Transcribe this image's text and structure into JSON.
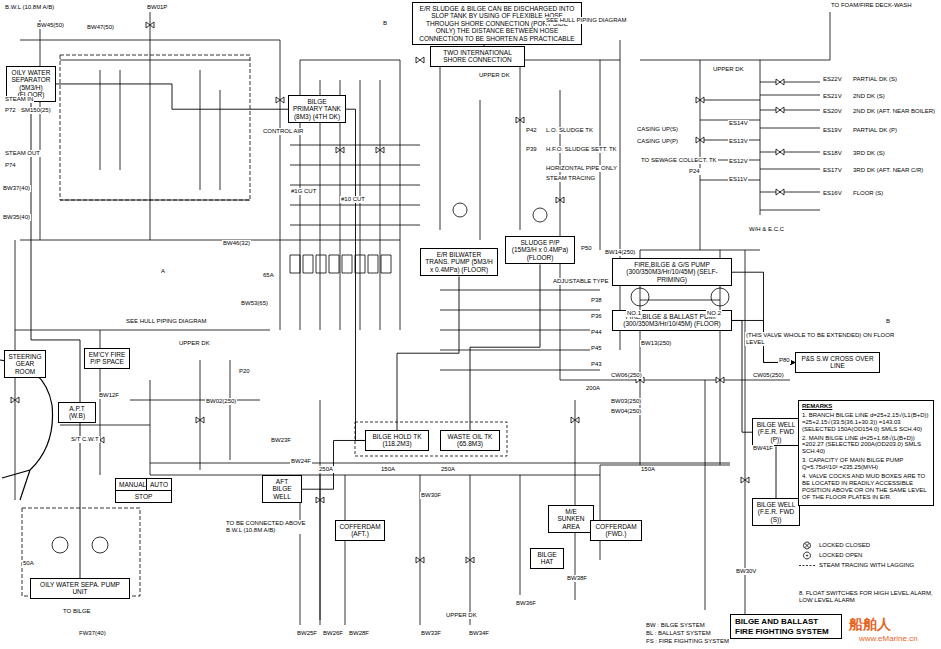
{
  "diagram": {
    "title": "BILGE AND BALLAST FIRE FIGHTING SYSTEM",
    "nodes": [
      {
        "text": [
          "E/R SLUDGE & BILGE CAN BE DISCHARGED INTO SLOP TANK BY USING OF FLEXIBLE HOSE THROUGH SHORE CONNECTION (PORT SIDE ONLY) THE DISTANCE BETWEEN HOSE CONNECTION TO BE SHORTEN AS PRACTICABLE"
        ]
      },
      {
        "text": [
          "TWO INTERNATIONAL SHORE CONNECTION"
        ]
      },
      {
        "text": [
          "OILY WATER SEPARATOR (5M3/H) (FLOOR)"
        ]
      },
      {
        "text": [
          "BILGE PRIMARY TANK (8M3) (4TH DK)"
        ]
      },
      {
        "text": [
          "E/R BILWATER TRANS. PUMP (5M3/H x 0.4MPa) (FLOOR)"
        ]
      },
      {
        "text": [
          "SLUDGE P/P (15M3/H x 0.4MPa) (FLOOR)"
        ]
      },
      {
        "text": [
          "STEERING GEAR ROOM"
        ]
      },
      {
        "text": [
          "EM'CY FIRE P/P SPACE"
        ]
      },
      {
        "text": [
          "A.P.T (W.B)"
        ]
      },
      {
        "text": [
          "BILGE HOLD TK (118.2M3)"
        ]
      },
      {
        "text": [
          "WASTE OIL TK (65.8M3)"
        ]
      },
      {
        "text": [
          "AFT BILGE WELL"
        ]
      },
      {
        "text": [
          "MANUAL"
        ]
      },
      {
        "text": [
          "AUTO"
        ]
      },
      {
        "text": [
          "STOP"
        ]
      },
      {
        "text": [
          "OILY WATER SEPA. PUMP UNIT"
        ]
      },
      {
        "text": [
          "COFFERDAM (AFT.)"
        ]
      },
      {
        "text": [
          "M/E SUNKEN AREA"
        ]
      },
      {
        "text": [
          "BILGE HAT"
        ]
      },
      {
        "text": [
          "COFFERDAM (FWD.)"
        ]
      },
      {
        "text": [
          "FIRE,BILGE & G/S PUMP (300/350M3/Hr/10/45M) (SELF-PRIMING)"
        ]
      },
      {
        "text": [
          "FIRE,BILGE & BALLAST PUMP (300/350M3/Hr/10/45M) (FLOOR)"
        ]
      },
      {
        "text": [
          "P&S S.W CROSS OVER LINE"
        ]
      },
      {
        "text": [
          "BILGE WELL (F.E.R. FWD (P))"
        ]
      },
      {
        "text": [
          "BILGE WELL (F.E.R. FWD (S))"
        ]
      },
      {
        "text": [
          "REMARKS",
          "1. BRANCH BILGE LINE d=25+2.15√(L1(B+D)) =25+2.15√(33.5(36.1+30.3)) =143.03 (SELECTED 150A(OD154.0) SMLS SCH.40)",
          "2. MAIN BILGE LINE d=25+1.68√(L(B+D)) =202.27 (SELECTED 200A(OD203.0) SMLS SCH.40)",
          "3. CAPACITY OF MAIN BILGE PUMP Q=5.75d²/10³ =235.25(M³/H)",
          "4. VALVE COCKS AND MUD BOXES ARE TO BE LOCATED IN READILY ACCESSIBLE POSITION ABOVE OR ON THE SAME LEVEL OF THE FLOOR PLATES IN E/R."
        ]
      }
    ],
    "edges": [
      {
        "from": 0,
        "to": 1,
        "arrow": "none"
      },
      {
        "from": 2,
        "to": 3,
        "arrow": "none"
      },
      {
        "from": 3,
        "to": 9,
        "arrow": "none"
      },
      {
        "from": 4,
        "to": 9,
        "arrow": "none"
      },
      {
        "from": 5,
        "to": 10,
        "arrow": "none"
      },
      {
        "from": 11,
        "to": 9,
        "arrow": "none"
      },
      {
        "from": 15,
        "to": 2,
        "arrow": "none"
      },
      {
        "from": 20,
        "to": 22,
        "arrow": "to"
      },
      {
        "from": 21,
        "to": 22,
        "arrow": "to"
      },
      {
        "from": 23,
        "to": 21,
        "arrow": "none"
      },
      {
        "from": 24,
        "to": 23,
        "arrow": "none"
      }
    ],
    "labels": [
      "B.W.L (10.8M A/B)",
      "BW45(50)",
      "BW47(50)",
      "BW01P",
      "STEAM IN",
      "P72",
      "SM150(25)",
      "STEAM OUT",
      "P74",
      "BW37(40)",
      "BW35(40)",
      "CONTROL AIR",
      "BW46(32)",
      "65A",
      "BW53(65)",
      "SEE HULL PIPING DIAGRAM",
      "UPPER DK",
      "P20",
      "BW12F",
      "BW02(250)",
      "S/T C.W.T",
      "BW23F",
      "BW24F",
      "TO BE CONNECTED ABOVE B.W.L (10.8M A/B)",
      "BW25F",
      "BW26F",
      "BW28F",
      "BW33F",
      "BW34F",
      "BW36F",
      "BW30F",
      "BW38F",
      "UPPER DK",
      "UPPER DK",
      "SEE HULL PIPING DIAGRAM",
      "P42",
      "L.O. SLUDGE TK",
      "P39",
      "H.F.O. SLUDGE SETT. TK",
      "HORIZONTAL PIPE ONLY",
      "STEAM TRACING",
      "P24",
      "P50",
      "P38",
      "P36",
      "P44",
      "P45",
      "P43",
      "P80",
      "TO SEWAGE COLLECT. TK",
      "CASING UP(S)",
      "CASING UP(P)",
      "TO FOAM/FIRE DECK-WASH",
      "UPPER DK",
      "ES22V",
      "PARTIAL DK (S)",
      "ES21V",
      "2ND DK (S)",
      "ES20V",
      "2ND DK (AFT. NEAR BOILER)",
      "ES19V",
      "PARTIAL DK (P)",
      "ES18V",
      "3RD DK (S)",
      "ES17V",
      "3RD DK (AFT. NEAR C/R)",
      "ES16V",
      "FLOOR (S)",
      "ES14V",
      "ES13V",
      "ES12V",
      "ES11V",
      "W/H & E.C.C",
      "(THIS VALVE WHOLE TO BE EXTENDED) ON FLOOR LEVEL",
      "NO.1",
      "NO.2",
      "BW14(250)",
      "BW13(250)",
      "CW05(250)",
      "CW06(250)",
      "BW03(250)",
      "BW04(250)",
      "200A",
      "150A",
      "250A",
      "250A",
      "150A",
      "BW41F",
      "BW30V",
      "TO BILGE",
      "FW37(40)",
      "50A",
      "BW : BILGE SYSTEM",
      "BL : BALLAST SYSTEM",
      "FS : FIRE FIGHTING SYSTEM",
      "#1G CUT",
      "#10 CUT",
      "ADJUSTABLE TYPE",
      "A",
      "B",
      "B",
      "8. FLOAT SWITCHES FOR HIGH LEVEL ALARM, LOW LEVEL ALARM",
      "船舶人",
      "www.eMarine.cn"
    ],
    "legend": [
      {
        "text": "LOCKED CLOSED"
      },
      {
        "text": "LOCKED OPEN"
      },
      {
        "text": "STEAM TRACING WITH LAGGING"
      }
    ]
  }
}
